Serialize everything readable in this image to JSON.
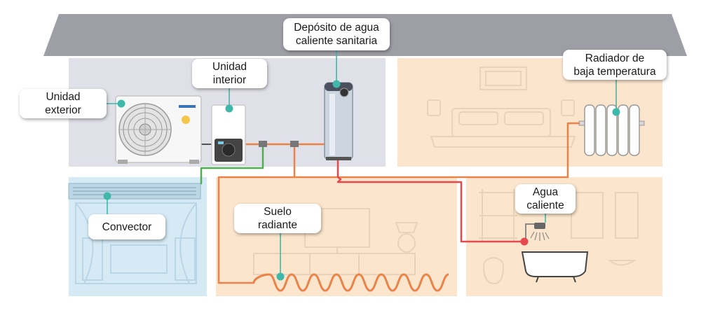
{
  "labels": {
    "unidad_exterior": [
      "Unidad",
      "exterior"
    ],
    "unidad_interior": [
      "Unidad",
      "interior"
    ],
    "deposito": [
      "Depósito de agua",
      "caliente sanitaria"
    ],
    "radiador": [
      "Radiador de",
      "baja temperatura"
    ],
    "convector": [
      "Convector"
    ],
    "suelo": [
      "Suelo",
      "radiante"
    ],
    "agua": [
      "Agua",
      "caliente"
    ]
  },
  "colors": {
    "roof": "#9e9ea6",
    "room_gray": "#e0e0e8",
    "room_peach": "#fbe5cc",
    "room_blue": "#d6eaf5",
    "pipe_orange": "#e9834a",
    "pipe_red": "#e5484d",
    "pipe_green": "#4caf50",
    "teal": "#3fb8aa"
  }
}
